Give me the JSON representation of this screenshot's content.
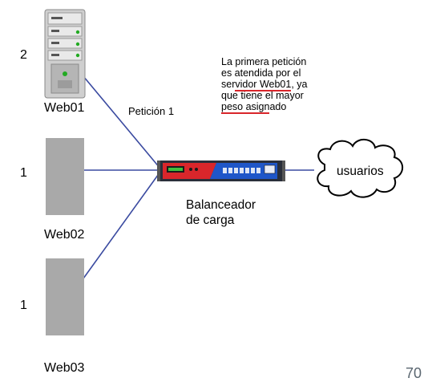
{
  "weights": {
    "web01": "2",
    "web02": "1",
    "web03": "1"
  },
  "servers": {
    "web01": "Web01",
    "web02": "Web02",
    "web03": "Web03"
  },
  "request_label": "Petición 1",
  "note": {
    "line1": "La primera petición",
    "line2": "es atendida por el",
    "line3_a": "ser",
    "line3_b": "vidor Web01",
    "line3_c": ", ya",
    "line4": "que tiene el mayor",
    "line5_a": "peso asign",
    "line5_b": "ado"
  },
  "balancer": {
    "line1": "Balanceador",
    "line2": "de carga"
  },
  "cloud_label": "usuarios",
  "page_number": "70",
  "colors": {
    "connector": "#3a4aa0",
    "highlight_underline": "#d9262b",
    "server_gray": "#a9a9a9",
    "balancer_red": "#d9262b",
    "balancer_blue": "#1f56c8"
  }
}
